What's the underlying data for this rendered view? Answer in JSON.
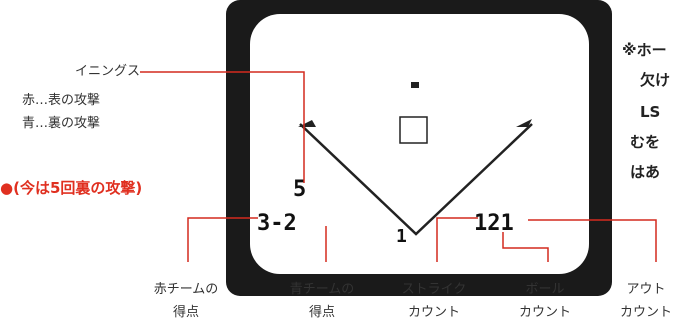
{
  "screen": {
    "inning_digit": "5",
    "score": "3-2",
    "batter_digit": "1",
    "count_digits": "121"
  },
  "labels": {
    "innings": "イニングス",
    "red_top": "赤…表の攻撃",
    "blue_bottom": "青…裏の攻撃",
    "current": "●(今は5回裏の攻撃)",
    "red_score_line1": "赤チームの",
    "red_score_line2": "得点",
    "blue_score_line1": "青チームの",
    "blue_score_line2": "得点",
    "strike_line1": "ストライク",
    "strike_line2": "カウント",
    "ball_line1": "ボール",
    "ball_line2": "カウント",
    "out_line1": "アウト",
    "out_line2": "カウント"
  },
  "side_note": {
    "line1": "※ホー",
    "line2": "欠け",
    "line3": "LS",
    "line4": "むを",
    "line5": "はあ"
  },
  "colors": {
    "leader_red": "#d42a1e",
    "bezel": "#1a1a1a",
    "screen": "#ffffff"
  }
}
